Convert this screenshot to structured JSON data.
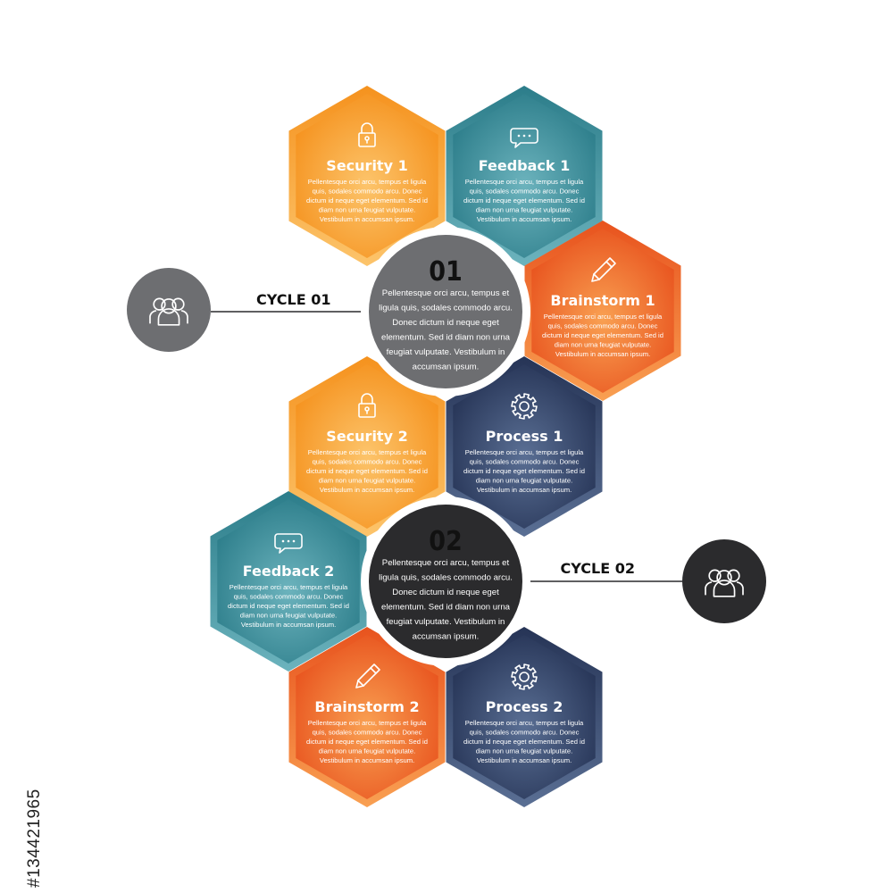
{
  "hexagons": [
    {
      "key": "security1",
      "title": "Security 1",
      "icon": "lock-icon",
      "lines": [
        "Pellentesque orci arcu, tempus et ligula",
        "quis, sodales commodo arcu. Donec",
        "dictum id neque eget elementum. Sed id",
        "diam non urna feugiat vulputate.",
        "Vestibulum in accumsan ipsum."
      ],
      "color_light": "#fcc46b",
      "color_dark": "#f5921e"
    },
    {
      "key": "feedback1",
      "title": "Feedback 1",
      "icon": "speech-bubble-icon",
      "lines": [
        "Pellentesque orci arcu, tempus et ligula",
        "quis, sodales commodo arcu. Donec",
        "dictum id neque eget elementum. Sed id",
        "diam non urna feugiat vulputate.",
        "Vestibulum in accumsan ipsum."
      ],
      "color_light": "#6cb3bd",
      "color_dark": "#2c7d8a"
    },
    {
      "key": "brainstorm1",
      "title": "Brainstorm 1",
      "icon": "pencil-icon",
      "lines": [
        "Pellentesque orci arcu, tempus et ligula",
        "quis, sodales commodo arcu. Donec",
        "dictum id neque eget elementum. Sed id",
        "diam non urna feugiat vulputate.",
        "Vestibulum in accumsan ipsum."
      ],
      "color_light": "#f9a052",
      "color_dark": "#e8531e"
    },
    {
      "key": "security2",
      "title": "Security 2",
      "icon": "lock-icon",
      "lines": [
        "Pellentesque orci arcu, tempus et ligula",
        "quis, sodales commodo arcu. Donec",
        "dictum id neque eget elementum. Sed id",
        "diam non urna feugiat vulputate.",
        "Vestibulum in accumsan ipsum."
      ],
      "color_light": "#fcc46b",
      "color_dark": "#f5921e"
    },
    {
      "key": "process1",
      "title": "Process 1",
      "icon": "gear-icon",
      "lines": [
        "Pellentesque orci arcu, tempus et ligula",
        "quis, sodales commodo arcu. Donec",
        "dictum id neque eget elementum. Sed id",
        "diam non urna feugiat vulputate.",
        "Vestibulum in accumsan ipsum."
      ],
      "color_light": "#5a6f94",
      "color_dark": "#263456"
    },
    {
      "key": "feedback2",
      "title": "Feedback 2",
      "icon": "speech-bubble-icon",
      "lines": [
        "Pellentesque orci arcu, tempus et ligula",
        "quis, sodales commodo arcu. Donec",
        "dictum id neque eget elementum. Sed id",
        "diam non urna feugiat vulputate.",
        "Vestibulum in accumsan ipsum."
      ],
      "color_light": "#6cb3bd",
      "color_dark": "#2c7d8a"
    },
    {
      "key": "brainstorm2",
      "title": "Brainstorm 2",
      "icon": "pencil-icon",
      "lines": [
        "Pellentesque orci arcu, tempus et ligula",
        "quis, sodales commodo arcu. Donec",
        "dictum id neque eget elementum. Sed id",
        "diam non urna feugiat vulputate.",
        "Vestibulum in accumsan ipsum."
      ],
      "color_light": "#f9a052",
      "color_dark": "#e8531e"
    },
    {
      "key": "process2",
      "title": "Process 2",
      "icon": "gear-icon",
      "lines": [
        "Pellentesque orci arcu, tempus et ligula",
        "quis, sodales commodo arcu. Donec",
        "dictum id neque eget elementum. Sed id",
        "diam non urna feugiat vulputate.",
        "Vestibulum in accumsan ipsum."
      ],
      "color_light": "#5a6f94",
      "color_dark": "#263456"
    }
  ],
  "circles": [
    {
      "key": "c1",
      "number": "01",
      "lines": [
        "Pellentesque orci arcu, tempus et",
        "ligula quis, sodales commodo arcu.",
        "Donec dictum id neque eget",
        "elementum. Sed id diam non urna",
        "feugiat vulputate. Vestibulum in",
        "accumsan ipsum."
      ],
      "color": "#6d6e71"
    },
    {
      "key": "c2",
      "number": "02",
      "lines": [
        "Pellentesque orci arcu, tempus et",
        "ligula quis, sodales commodo arcu.",
        "Donec dictum id neque eget",
        "elementum. Sed id diam non urna",
        "feugiat vulputate. Vestibulum in",
        "accumsan ipsum."
      ],
      "color": "#2b2b2d"
    }
  ],
  "cycles": [
    {
      "key": "cycle1",
      "label": "CYCLE 01",
      "icon": "people-icon",
      "color": "#6d6e71"
    },
    {
      "key": "cycle2",
      "label": "CYCLE 02",
      "icon": "people-icon",
      "color": "#2b2b2d"
    }
  ],
  "stock_id": "#134421965"
}
